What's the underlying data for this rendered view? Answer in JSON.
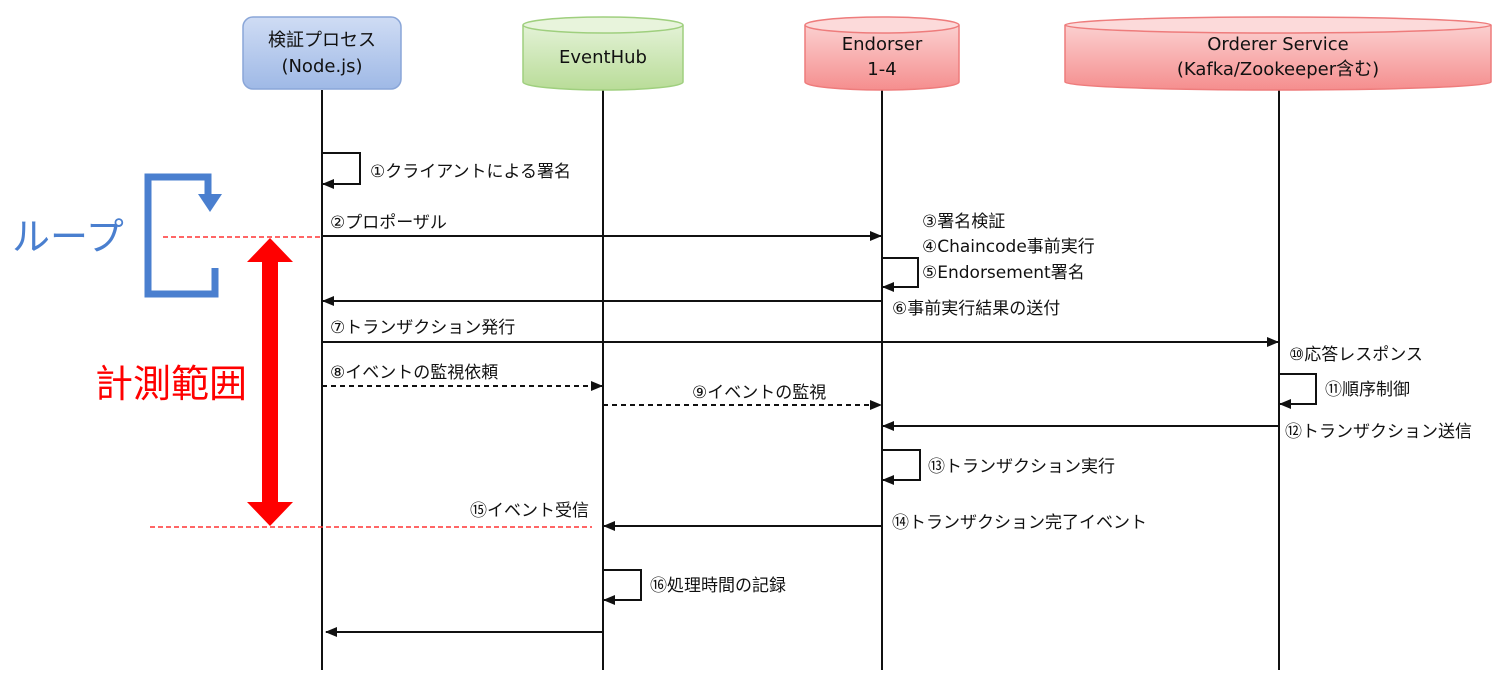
{
  "participants": {
    "verify": {
      "line1": "検証プロセス",
      "line2": "(Node.js)"
    },
    "eventhub": {
      "line1": "EventHub"
    },
    "endorser": {
      "line1": "Endorser",
      "line2": "1-4"
    },
    "orderer": {
      "line1": "Orderer Service",
      "line2": "(Kafka/Zookeeper含む)"
    }
  },
  "annotations": {
    "loop": "ループ",
    "measure": "計測範囲"
  },
  "messages": {
    "m1": "①クライアントによる署名",
    "m2": "②プロポーザル",
    "m3": "③署名検証",
    "m4": "④Chaincode事前実行",
    "m5": "⑤Endorsement署名",
    "m6": "⑥事前実行結果の送付",
    "m7": "⑦トランザクション発行",
    "m8": "⑧イベントの監視依頼",
    "m9": "⑨イベントの監視",
    "m10": "⑩応答レスポンス",
    "m11": "⑪順序制御",
    "m12": "⑫トランザクション送信",
    "m13": "⑬トランザクション実行",
    "m14": "⑭トランザクション完了イベント",
    "m15": "⑮イベント受信",
    "m16": "⑯処理時間の記録"
  },
  "colors": {
    "verify_fill": "#a9c1ea",
    "eventhub_fill": "#c3e2a8",
    "endorser_fill": "#f8a3a3",
    "orderer_fill": "#f8a3a3",
    "loop_blue": "#4a7fcf",
    "measure_red": "#ff0000"
  }
}
